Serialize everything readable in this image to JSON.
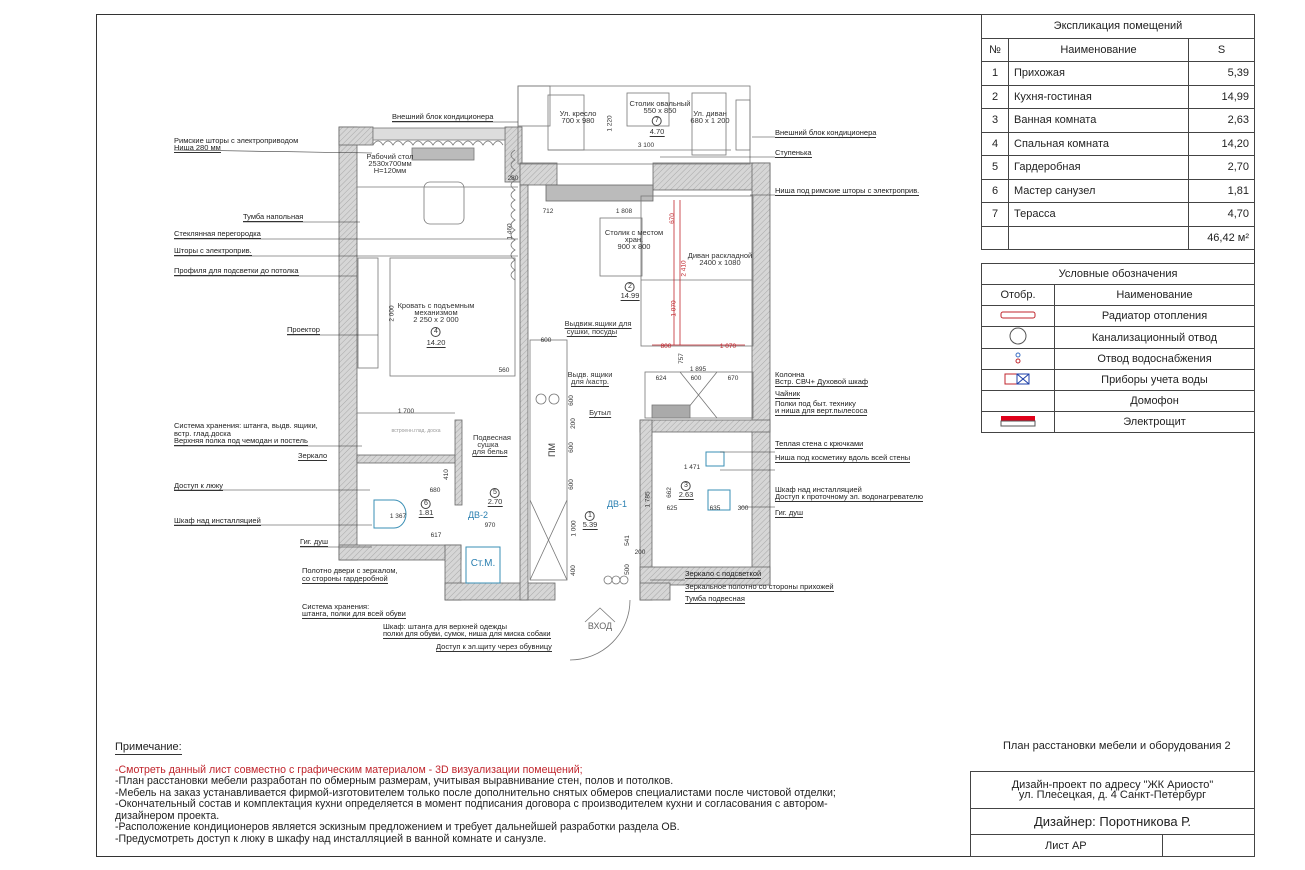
{
  "explication": {
    "title": "Экспликация помещений",
    "headers": {
      "num": "№",
      "name": "Наименование",
      "area": "S"
    },
    "rows": [
      {
        "num": "1",
        "name": "Прихожая",
        "area": "5,39"
      },
      {
        "num": "2",
        "name": "Кухня-гостиная",
        "area": "14,99"
      },
      {
        "num": "3",
        "name": "Ванная комната",
        "area": "2,63"
      },
      {
        "num": "4",
        "name": "Спальная комната",
        "area": "14,20"
      },
      {
        "num": "5",
        "name": "Гардеробная",
        "area": "2,70"
      },
      {
        "num": "6",
        "name": "Мастер санузел",
        "area": "1,81"
      },
      {
        "num": "7",
        "name": "Терасса",
        "area": "4,70"
      }
    ],
    "total": "46,42 м²"
  },
  "legend": {
    "title": "Условные обозначения",
    "headers": {
      "symbol": "Отобр.",
      "name": "Наименование"
    },
    "items": [
      "Радиатор отопления",
      "Канализационный отвод",
      "Отвод водоснабжения",
      "Приборы учета воды",
      "Домофон",
      "Электрощит"
    ],
    "colors": {
      "radiator": "#c0262d",
      "water": "#3a6fc4",
      "panel": "#e0001a"
    }
  },
  "title_block": {
    "sheet_title": "План расстановки мебели и оборудования 2",
    "project_line1": "Дизайн-проект по адресу \"ЖК Ариосто\"",
    "project_line2": "ул. Плесецкая, д. 4 Санкт-Петербург",
    "designer": "Дизайнер: Поротникова Р.",
    "sheet": "Лист АР"
  },
  "notes": {
    "heading": "Примечание:",
    "lines": [
      "-Смотреть данный лист совместно с графическим материалом - 3D визуализации помещений;",
      "-План расстановки мебели разработан по обмерным размерам, учитывая выравнивание стен, полов и потолков.",
      "-Мебель на заказ устанавливается фирмой-изготовителем только после дополнительно снятых обмеров специалистами после чистовой отделки;",
      "-Окончательный состав и комплектация кухни определяется в момент подписания договора с производителем кухни и согласования с автором-",
      "дизайнером проекта.",
      "-Расположение кондиционеров является эскизным предложением и требует дальнейшей разработки раздела ОВ.",
      "-Предусмотреть доступ к люку в шкафу над инсталляцией в ванной комнате и санузле."
    ],
    "highlight_color": "#c0262d"
  },
  "plan": {
    "callouts": [
      "Римские шторы с электроприводом",
      "Ниша 280 мм",
      "Тумба напольная",
      "Стеклянная перегородка",
      "Шторы с электроприв.",
      "Профиля для подсветки до потолка",
      "Проектор",
      "Система хранения: штанга, выдв. ящики,",
      "встр. глад.доска",
      "Верхняя полка под чемодан и постель",
      "Зеркало",
      "Доступ к люку",
      "Шкаф над инсталляцией",
      "Гиг. душ",
      "Полотно двери с зеркалом,",
      "со стороны гардеробной",
      "Система хранения:",
      "штанга, полки для всей обуви",
      "Шкаф: штанга для верхней одежды",
      "полки для обуви, сумок, ниша для миска собаки",
      "Доступ к эл.щиту через обувницу",
      "Внешний блок кондиционера",
      "Внешний блок кондиционера",
      "Ступенька",
      "Ниша под римские шторы с электроприв.",
      "Колонна",
      "Встр. СВЧ+ Духовой шкаф",
      "Чайник",
      "Полки под быт. технику",
      "и ниша для верт.пылесоса",
      "Теплая стена с крючками",
      "Ниша под косметику вдоль всей стены",
      "Шкаф над инсталляцией",
      "Доступ к проточному эл. водонагревателю",
      "Гиг. душ",
      "Зеркало с подсветкой",
      "Зеркальное полотно со стороны прихожей",
      "Тумба подвесная"
    ],
    "furniture": [
      "Рабочий стол",
      "2530x700мм",
      "H=120мм",
      "Кровать с подъемным",
      "механизмом",
      "2 250 x 2 000",
      "Ул. кресло",
      "700 x 980",
      "Столик овальный",
      "550 x 850",
      "Ул. диван",
      "680 x 1 200",
      "Столик с местом",
      "хран.",
      "900 x 800",
      "Диван раскладной",
      "2400 x 1080",
      "Выдвиж.ящики для",
      "сушки, посуды",
      "Выдв. ящики",
      "для /кастр.",
      "Бутыл",
      "ПМ",
      "Подвесная",
      "сушка",
      "для белья",
      "Ст.М.",
      "ДВ-1",
      "ДВ-2",
      "ВХОД",
      "встроенн.глад. доска"
    ],
    "rooms": [
      {
        "num": "1",
        "area": "5.39"
      },
      {
        "num": "2",
        "area": "14.99"
      },
      {
        "num": "3",
        "area": "2.63"
      },
      {
        "num": "4",
        "area": "14.20"
      },
      {
        "num": "5",
        "area": "2.70"
      },
      {
        "num": "6",
        "area": "1.81"
      },
      {
        "num": "7",
        "area": "4.70"
      }
    ],
    "dims": [
      "3 100",
      "1 220",
      "712",
      "1 808",
      "670",
      "2 410",
      "1 070",
      "800",
      "1 070",
      "600",
      "757",
      "1 895",
      "624",
      "600",
      "670",
      "1 700",
      "560",
      "1 460",
      "2 000",
      "280",
      "680",
      "970",
      "617",
      "1 367",
      "600",
      "200",
      "600",
      "600",
      "1 000",
      "400",
      "1 471",
      "625",
      "635",
      "300",
      "662",
      "1 785",
      "541",
      "500",
      "200",
      "410"
    ]
  }
}
